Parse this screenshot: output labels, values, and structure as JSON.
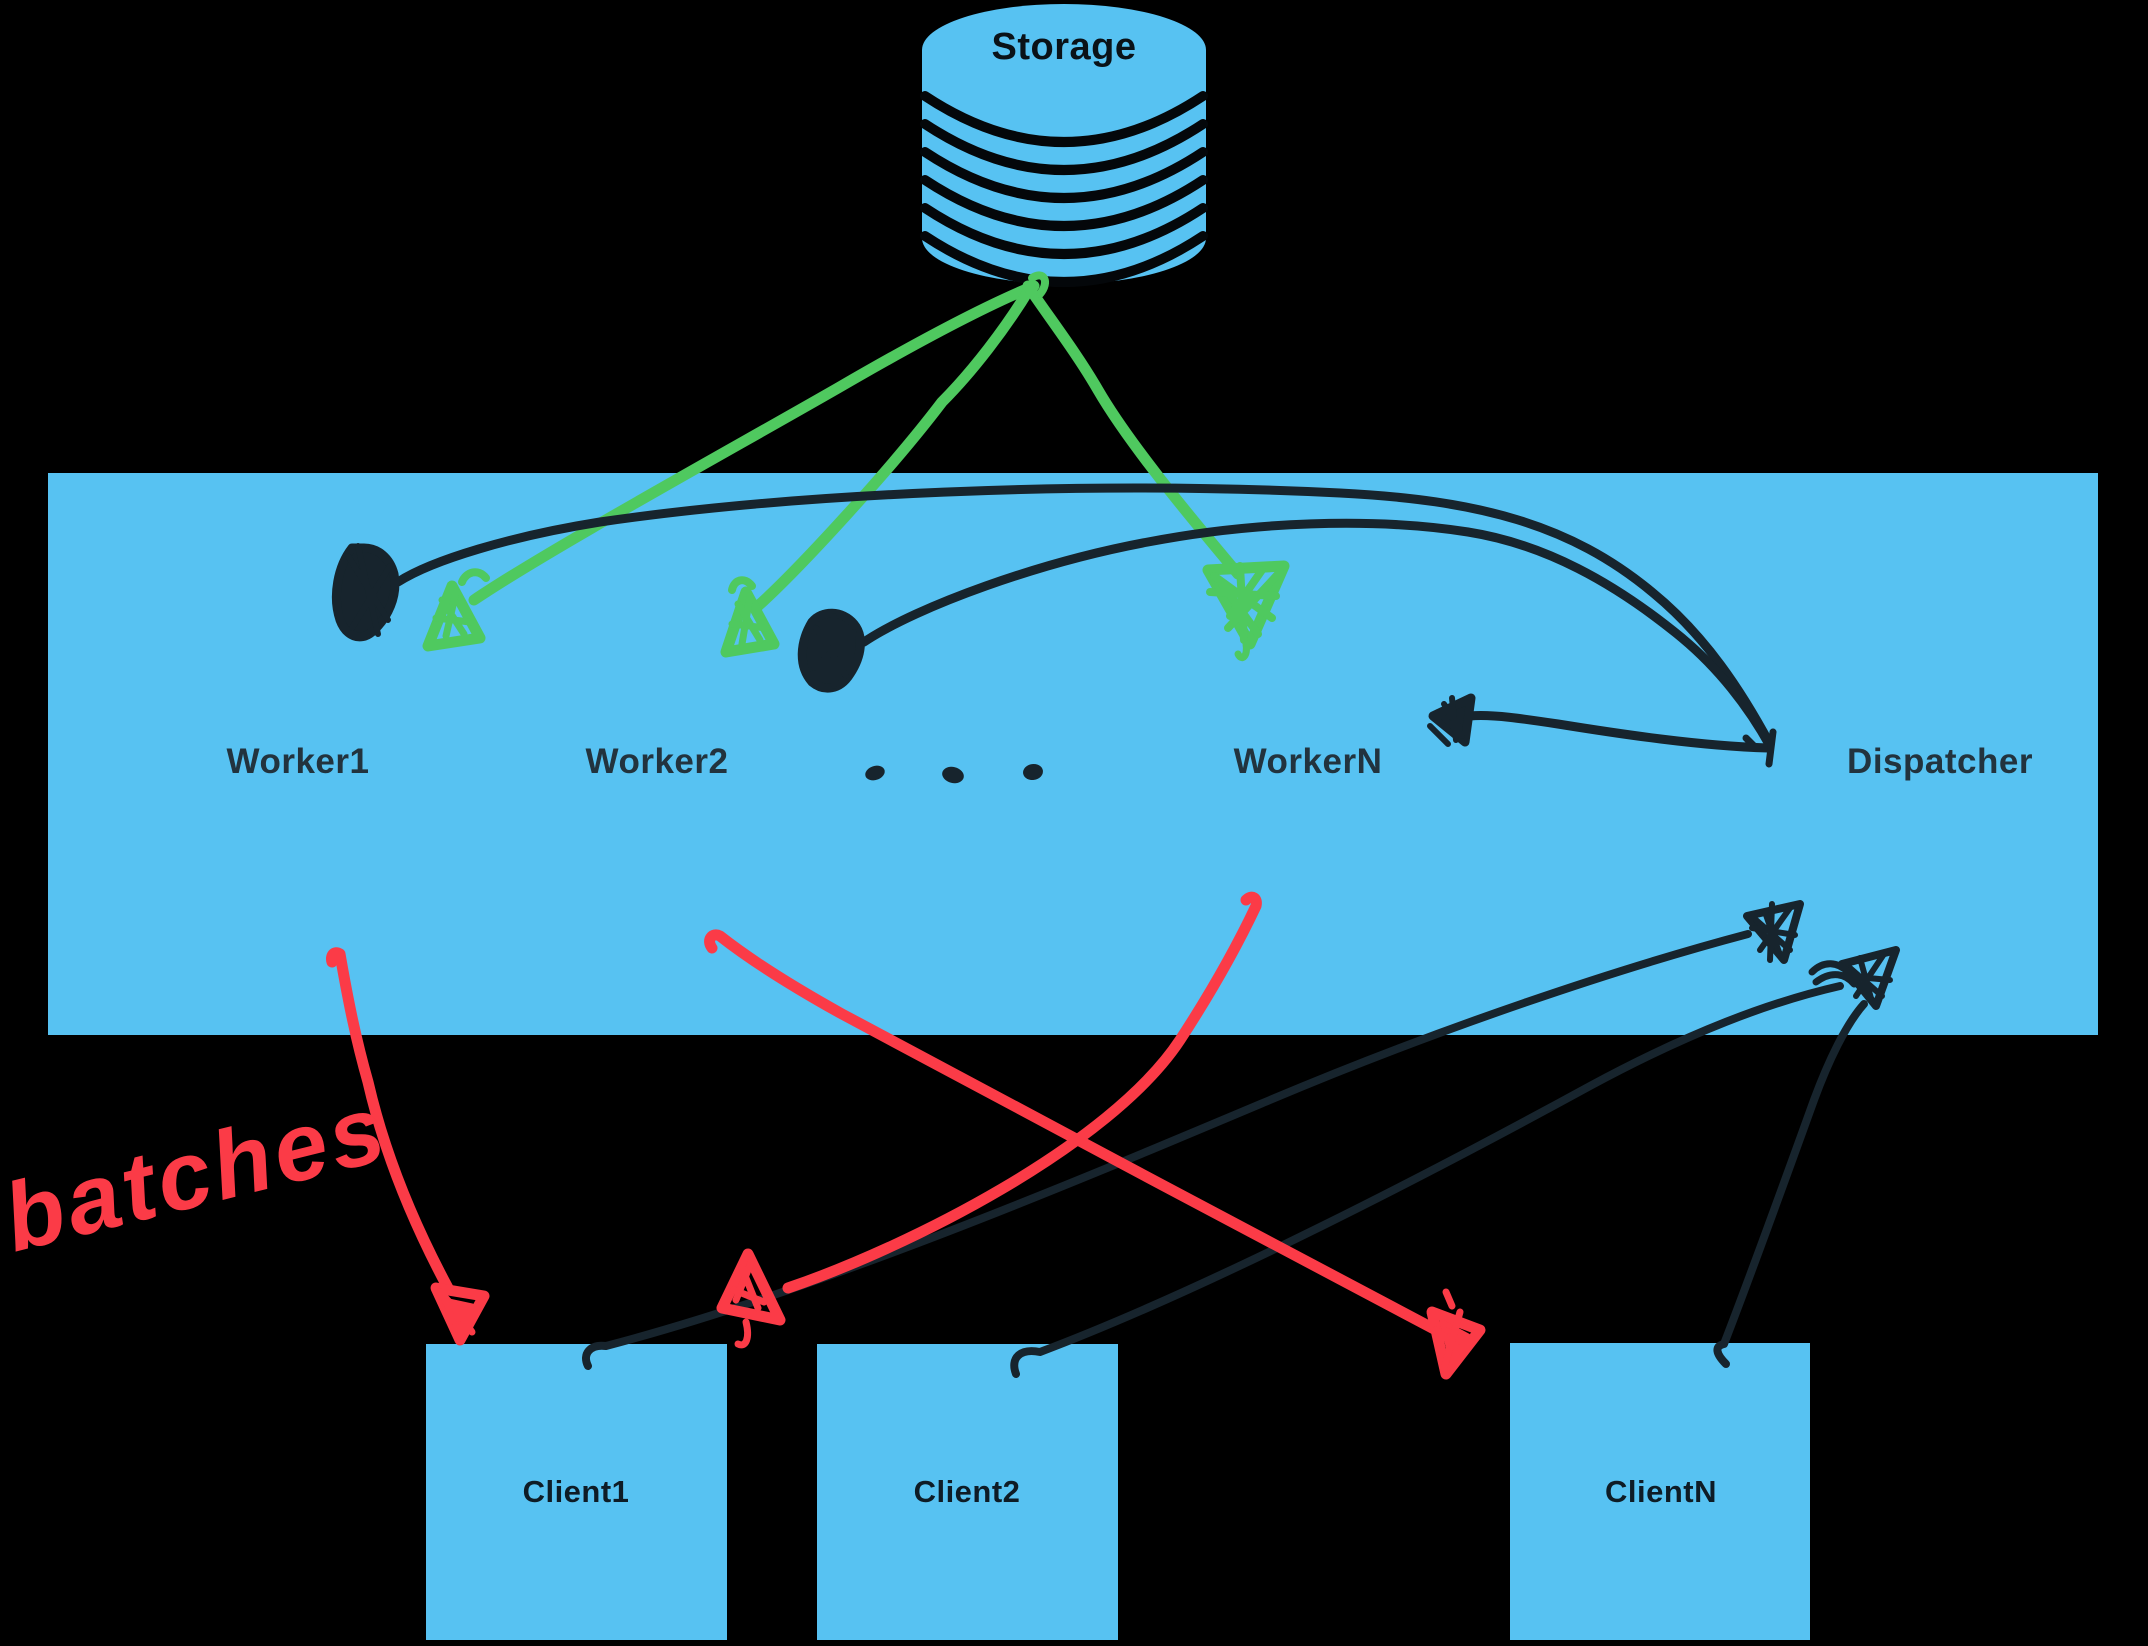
{
  "storage": {
    "label": "Storage"
  },
  "panel": {
    "worker1": "Worker1",
    "worker2": "Worker2",
    "workerN": "WorkerN",
    "dispatcher": "Dispatcher",
    "ellipsis_dot_count": 3
  },
  "clients": {
    "client1": "Client1",
    "client2": "Client2",
    "clientN": "ClientN"
  },
  "annotations": {
    "batches": "batches"
  },
  "colors": {
    "background": "#000000",
    "shape_blue": "#57C2F2",
    "ink_black": "#17242D",
    "arrow_green": "#4FC95F",
    "arrow_red": "#FB3B47"
  },
  "arrows": [
    {
      "from": "Storage",
      "to": "Worker1",
      "color": "green"
    },
    {
      "from": "Storage",
      "to": "Worker2",
      "color": "green"
    },
    {
      "from": "Storage",
      "to": "WorkerN",
      "color": "green"
    },
    {
      "from": "Dispatcher",
      "to": "Worker1",
      "color": "black"
    },
    {
      "from": "Dispatcher",
      "to": "Worker2",
      "color": "black"
    },
    {
      "from": "Dispatcher",
      "to": "WorkerN",
      "color": "black"
    },
    {
      "from": "Worker1",
      "to": "Client1",
      "color": "red",
      "label": "batches"
    },
    {
      "from": "Worker2",
      "to": "ClientN",
      "color": "red",
      "label": "batches"
    },
    {
      "from": "WorkerN",
      "to": "Client2",
      "color": "red",
      "label": "batches"
    },
    {
      "from": "Client1",
      "to": "Dispatcher",
      "color": "black"
    },
    {
      "from": "Client2",
      "to": "Dispatcher",
      "color": "black"
    },
    {
      "from": "ClientN",
      "to": "Dispatcher",
      "color": "black"
    }
  ]
}
